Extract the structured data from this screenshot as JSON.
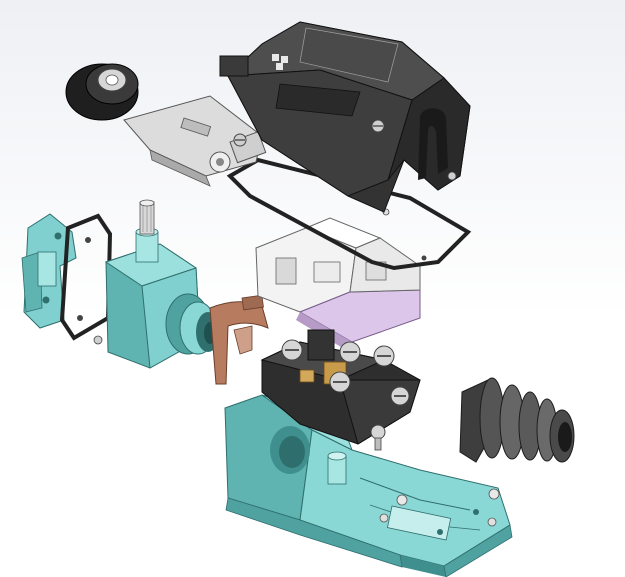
{
  "diagram": {
    "type": "exploded-assembly-view",
    "parts": [
      "roller-lever-arm",
      "top-cover-housing",
      "cover-gasket",
      "contact-carrier",
      "actuator-head",
      "head-mounting-plate",
      "head-gasket",
      "actuator-spring-lever",
      "contact-block",
      "base-housing",
      "cable-gland"
    ],
    "nameplate_lines": [
      "",
      "",
      "",
      ""
    ],
    "colors": {
      "cyan_part": "#7fd0ce",
      "cyan_shadow": "#3f8f8e",
      "dark_part": "#3b3b3b",
      "dark_shadow": "#1e1e1e",
      "white_part": "#f1f1f1",
      "lilac_part": "#dcc6e9",
      "copper_part": "#b77b60",
      "metal_part": "#d8d8d8",
      "gland_part": "#4b4b4b",
      "background": "#eef0f4"
    }
  }
}
